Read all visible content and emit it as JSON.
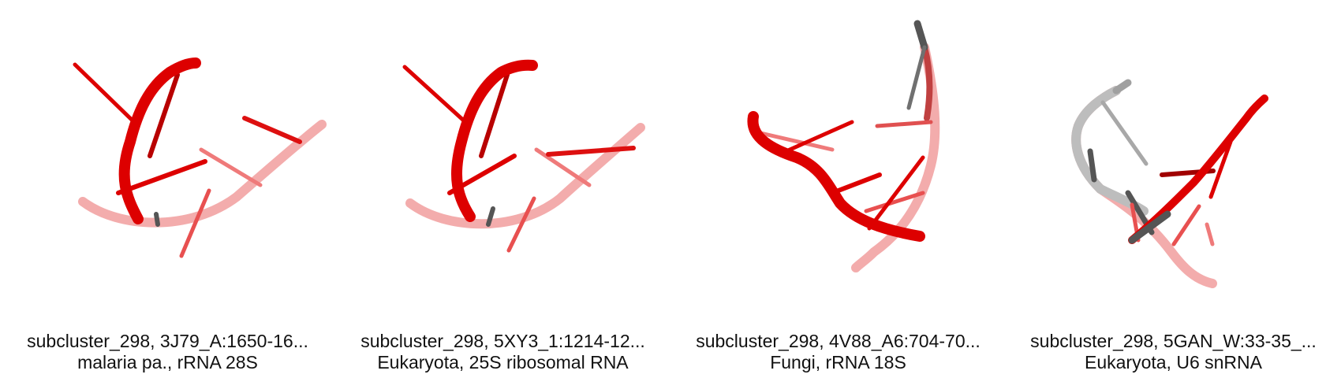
{
  "panels": [
    {
      "line1": "subcluster_298, 3J79_A:1650-16...",
      "line2": "malaria pa., rRNA 28S"
    },
    {
      "line1": "subcluster_298, 5XY3_1:1214-12...",
      "line2": "Eukaryota, 25S ribosomal RNA"
    },
    {
      "line1": "subcluster_298, 4V88_A6:704-70...",
      "line2": "Fungi, rRNA 18S"
    },
    {
      "line1": "subcluster_298, 5GAN_W:33-35_...",
      "line2": "Eukaryota, U6 snRNA"
    }
  ],
  "colors": {
    "highlight": "#dd0000",
    "faded": "#f3a0a0",
    "context": "#8a8a8a"
  }
}
